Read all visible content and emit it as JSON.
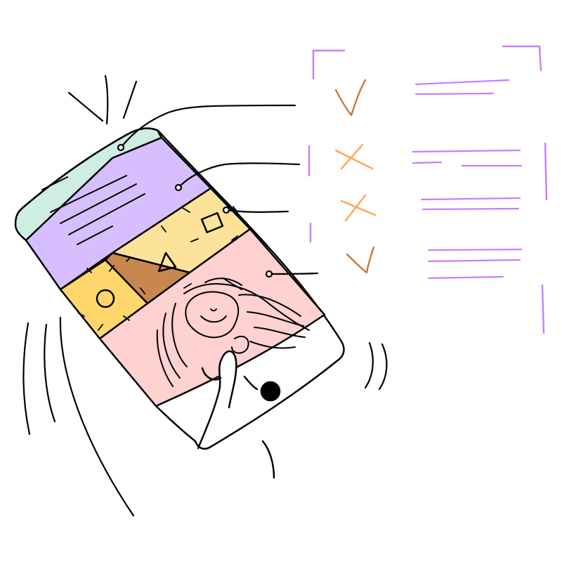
{
  "colors": {
    "ink": "#000000",
    "status_bar": "#cdeee0",
    "header": "#d7bfff",
    "tile_yellow": "#fde39a",
    "tile_brown": "#c8874f",
    "tile_gold": "#ffd66b",
    "photo_pink": "#ffd1d1",
    "checklist_purple": "#c77dff",
    "check_mark": "#c47a3a",
    "cross_mark": "#ffa54d"
  },
  "checklist": {
    "rows": [
      {
        "state": "check",
        "icon": "check-icon"
      },
      {
        "state": "cross",
        "icon": "cross-icon"
      },
      {
        "state": "cross",
        "icon": "cross-icon"
      },
      {
        "state": "check",
        "icon": "check-icon"
      }
    ]
  },
  "phone": {
    "sections": [
      "status-bar",
      "header-card",
      "tile-row",
      "photo-area"
    ],
    "tile_shapes": [
      "square-icon",
      "triangle-icon",
      "circle-icon"
    ]
  }
}
